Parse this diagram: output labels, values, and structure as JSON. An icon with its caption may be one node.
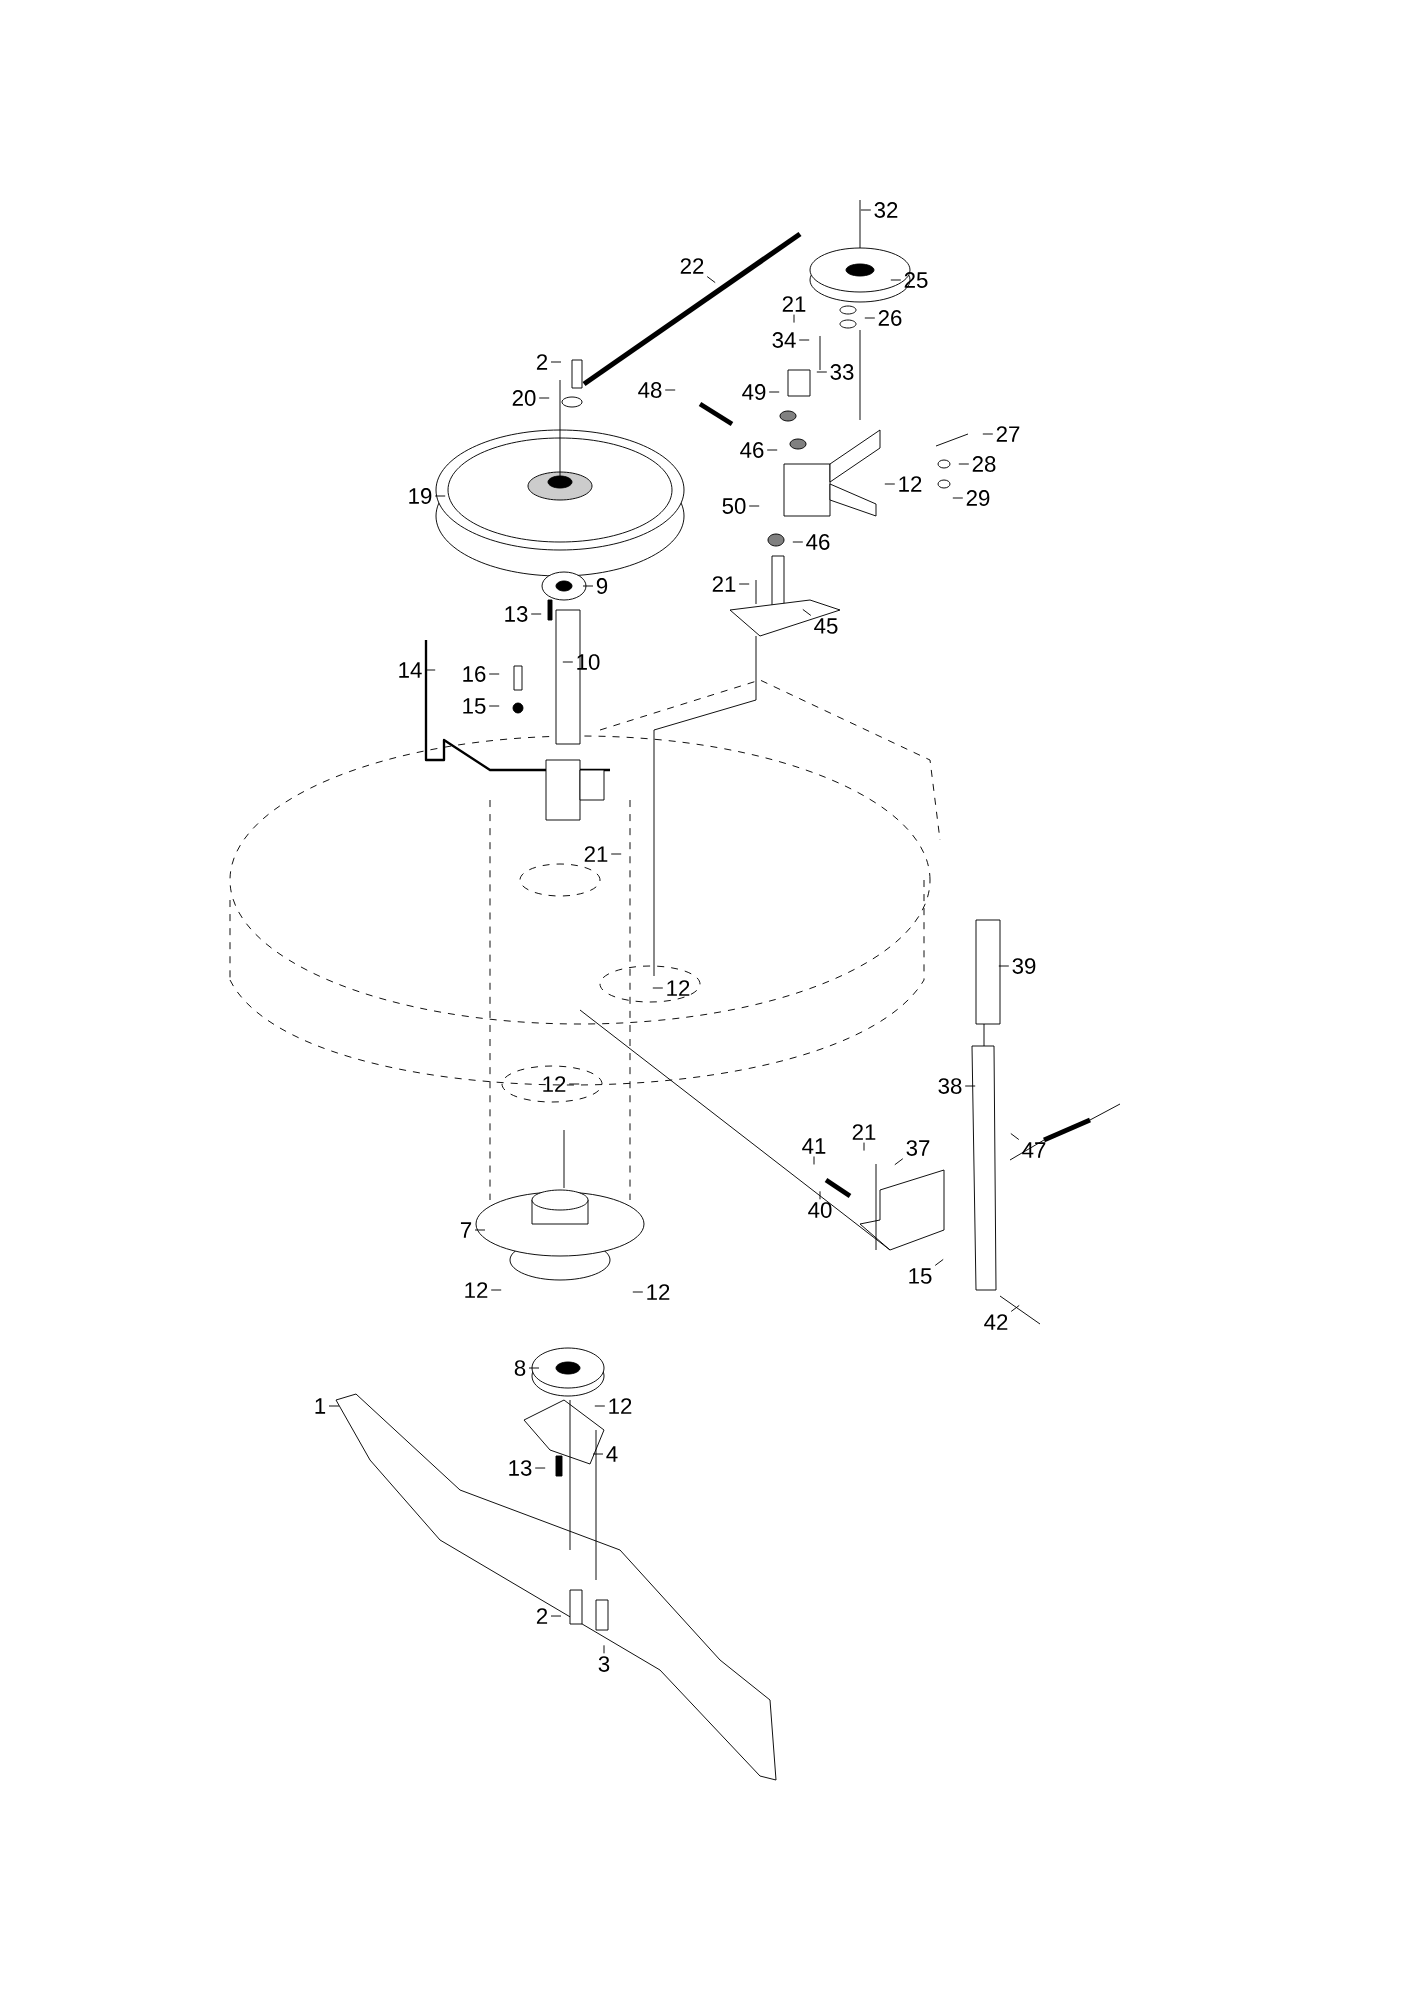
{
  "diagram": {
    "nodes": [
      {
        "text": [
          "32"
        ]
      },
      {
        "text": [
          "22"
        ]
      },
      {
        "text": [
          "25"
        ]
      },
      {
        "text": [
          "26"
        ]
      },
      {
        "text": [
          "21"
        ]
      },
      {
        "text": [
          "2"
        ]
      },
      {
        "text": [
          "34"
        ]
      },
      {
        "text": [
          "33"
        ]
      },
      {
        "text": [
          "20"
        ]
      },
      {
        "text": [
          "48"
        ]
      },
      {
        "text": [
          "49"
        ]
      },
      {
        "text": [
          "27"
        ]
      },
      {
        "text": [
          "46"
        ]
      },
      {
        "text": [
          "28"
        ]
      },
      {
        "text": [
          "12"
        ]
      },
      {
        "text": [
          "50"
        ]
      },
      {
        "text": [
          "29"
        ]
      },
      {
        "text": [
          "19"
        ]
      },
      {
        "text": [
          "46"
        ]
      },
      {
        "text": [
          "21"
        ]
      },
      {
        "text": [
          "9"
        ]
      },
      {
        "text": [
          "13"
        ]
      },
      {
        "text": [
          "45"
        ]
      },
      {
        "text": [
          "14"
        ]
      },
      {
        "text": [
          "16"
        ]
      },
      {
        "text": [
          "10"
        ]
      },
      {
        "text": [
          "15"
        ]
      },
      {
        "text": [
          "21"
        ]
      },
      {
        "text": [
          "12"
        ]
      },
      {
        "text": [
          "39"
        ]
      },
      {
        "text": [
          "12"
        ]
      },
      {
        "text": [
          "38"
        ]
      },
      {
        "text": [
          "21"
        ]
      },
      {
        "text": [
          "41"
        ]
      },
      {
        "text": [
          "37"
        ]
      },
      {
        "text": [
          "47"
        ]
      },
      {
        "text": [
          "40"
        ]
      },
      {
        "text": [
          "7"
        ]
      },
      {
        "text": [
          "15"
        ]
      },
      {
        "text": [
          "12"
        ]
      },
      {
        "text": [
          "12"
        ]
      },
      {
        "text": [
          "42"
        ]
      },
      {
        "text": [
          "8"
        ]
      },
      {
        "text": [
          "1"
        ]
      },
      {
        "text": [
          "12"
        ]
      },
      {
        "text": [
          "4"
        ]
      },
      {
        "text": [
          "13"
        ]
      },
      {
        "text": [
          "2"
        ]
      },
      {
        "text": [
          "3"
        ]
      }
    ],
    "edges": [
      {
        "from": 0,
        "to": null,
        "arrow": "none"
      },
      {
        "from": 1,
        "to": null,
        "arrow": "none"
      },
      {
        "from": 2,
        "to": null,
        "arrow": "none"
      },
      {
        "from": 3,
        "to": null,
        "arrow": "none"
      },
      {
        "from": 4,
        "to": null,
        "arrow": "none"
      },
      {
        "from": 5,
        "to": null,
        "arrow": "none"
      },
      {
        "from": 6,
        "to": null,
        "arrow": "none"
      },
      {
        "from": 7,
        "to": null,
        "arrow": "none"
      },
      {
        "from": 8,
        "to": null,
        "arrow": "none"
      },
      {
        "from": 9,
        "to": null,
        "arrow": "none"
      },
      {
        "from": 10,
        "to": null,
        "arrow": "none"
      },
      {
        "from": 11,
        "to": null,
        "arrow": "none"
      },
      {
        "from": 12,
        "to": null,
        "arrow": "none"
      },
      {
        "from": 13,
        "to": null,
        "arrow": "none"
      },
      {
        "from": 14,
        "to": null,
        "arrow": "none"
      },
      {
        "from": 15,
        "to": null,
        "arrow": "none"
      },
      {
        "from": 16,
        "to": null,
        "arrow": "none"
      },
      {
        "from": 17,
        "to": null,
        "arrow": "none"
      },
      {
        "from": 18,
        "to": null,
        "arrow": "none"
      },
      {
        "from": 19,
        "to": null,
        "arrow": "none"
      },
      {
        "from": 20,
        "to": null,
        "arrow": "none"
      },
      {
        "from": 21,
        "to": null,
        "arrow": "none"
      },
      {
        "from": 22,
        "to": null,
        "arrow": "none"
      },
      {
        "from": 23,
        "to": null,
        "arrow": "none"
      },
      {
        "from": 24,
        "to": null,
        "arrow": "none"
      },
      {
        "from": 25,
        "to": null,
        "arrow": "none"
      },
      {
        "from": 26,
        "to": null,
        "arrow": "none"
      },
      {
        "from": 27,
        "to": null,
        "arrow": "none"
      },
      {
        "from": 28,
        "to": null,
        "arrow": "none"
      },
      {
        "from": 29,
        "to": null,
        "arrow": "none"
      },
      {
        "from": 30,
        "to": null,
        "arrow": "none"
      },
      {
        "from": 31,
        "to": null,
        "arrow": "none"
      },
      {
        "from": 32,
        "to": null,
        "arrow": "none"
      },
      {
        "from": 33,
        "to": null,
        "arrow": "none"
      },
      {
        "from": 34,
        "to": null,
        "arrow": "none"
      },
      {
        "from": 35,
        "to": null,
        "arrow": "none"
      },
      {
        "from": 36,
        "to": null,
        "arrow": "none"
      },
      {
        "from": 37,
        "to": null,
        "arrow": "none"
      },
      {
        "from": 38,
        "to": null,
        "arrow": "none"
      },
      {
        "from": 39,
        "to": null,
        "arrow": "none"
      },
      {
        "from": 40,
        "to": null,
        "arrow": "none"
      },
      {
        "from": 41,
        "to": null,
        "arrow": "none"
      },
      {
        "from": 42,
        "to": null,
        "arrow": "none"
      },
      {
        "from": 43,
        "to": null,
        "arrow": "none"
      },
      {
        "from": 44,
        "to": null,
        "arrow": "none"
      },
      {
        "from": 45,
        "to": null,
        "arrow": "none"
      },
      {
        "from": 46,
        "to": null,
        "arrow": "none"
      },
      {
        "from": 47,
        "to": null,
        "arrow": "none"
      },
      {
        "from": 48,
        "to": null,
        "arrow": "none"
      }
    ]
  }
}
